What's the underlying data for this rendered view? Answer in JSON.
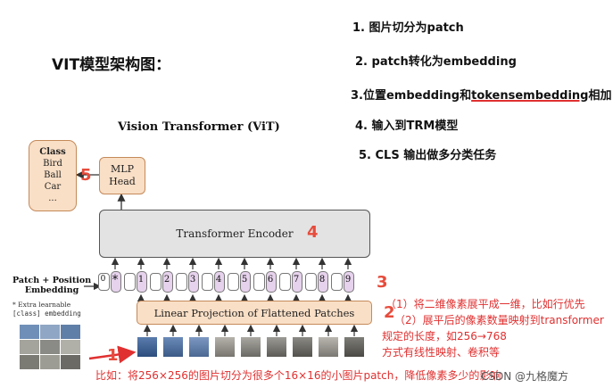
{
  "page_title": "VIT模型架构图：",
  "steps": [
    {
      "label": "1. 图片切分为patch"
    },
    {
      "label": "2. patch转化为embedding"
    },
    {
      "prefix": "3.位置embedding和",
      "underlined": "tokensembedding",
      "suffix": "相加"
    },
    {
      "label": "4. 输入到TRM模型"
    },
    {
      "label": "5. CLS 输出做多分类任务"
    }
  ],
  "diagram": {
    "title": "Vision Transformer (ViT)",
    "class_box": {
      "heading": "Class",
      "items": [
        "Bird",
        "Ball",
        "Car",
        "..."
      ]
    },
    "mlp_head": {
      "line1": "MLP",
      "line2": "Head"
    },
    "transformer_encoder": "Transformer Encoder",
    "linear_projection": "Linear Projection of Flattened Patches",
    "patch_position_label": {
      "line1": "Patch + Position",
      "line2": "Embedding"
    },
    "extra_note": {
      "line1": "* Extra learnable",
      "line2": "[class] embedding"
    },
    "tokens": [
      {
        "pos": "0",
        "label": "*"
      },
      {
        "pos": "",
        "label": "1"
      },
      {
        "pos": "",
        "label": "2"
      },
      {
        "pos": "",
        "label": "3"
      },
      {
        "pos": "",
        "label": "4"
      },
      {
        "pos": "",
        "label": "5"
      },
      {
        "pos": "",
        "label": "6"
      },
      {
        "pos": "",
        "label": "7"
      },
      {
        "pos": "",
        "label": "8"
      },
      {
        "pos": "",
        "label": "9"
      }
    ]
  },
  "annotations": {
    "n1": "1",
    "n2": "2",
    "n3": "3",
    "n4": "4",
    "n5": "5",
    "note_1": "（1）将二维像素展平成一维，比如行优先",
    "note_2": "（2）展平后的像素数量映射到transformer",
    "note_3": "规定的长度，如256→768",
    "note_4": "方式有线性映射、卷积等",
    "bottom": "比如：将256×256的图片切分为很多个16×16的小图片patch，降低像素多少的影响"
  },
  "watermark": "CSDN @九格魔方",
  "colors": {
    "accent_red": "#e03030",
    "box_orange": "#f9dfc6",
    "encoder_gray": "#e3e3e3",
    "token_purple": "#e6d2ec"
  }
}
